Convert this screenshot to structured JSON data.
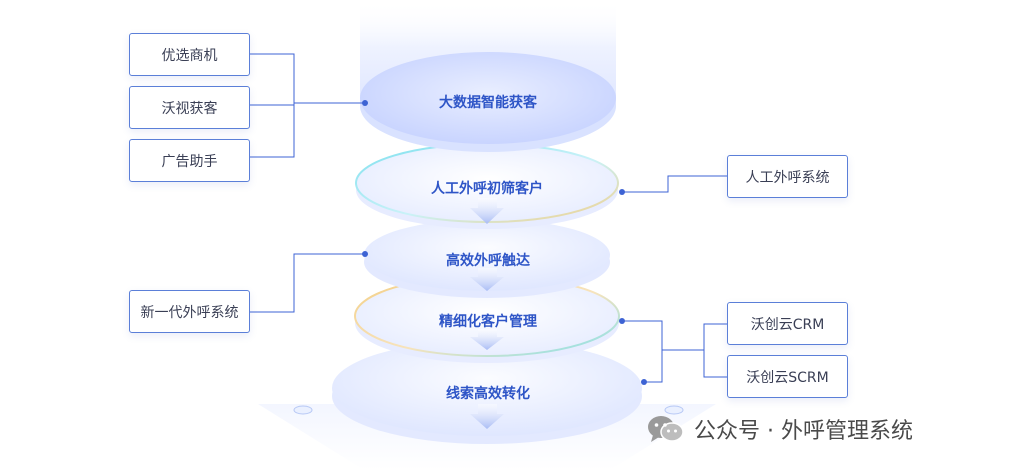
{
  "left_items": {
    "youxuan": "优选商机",
    "woshi": "沃视获客",
    "guanggao": "广告助手",
    "xinyidai": "新一代外呼系统"
  },
  "stages": [
    {
      "label": "大数据智能获客"
    },
    {
      "label": "人工外呼初筛客户"
    },
    {
      "label": "高效外呼触达"
    },
    {
      "label": "精细化客户管理"
    },
    {
      "label": "线索高效转化"
    }
  ],
  "right_items": {
    "rengong": "人工外呼系统",
    "crm": "沃创云CRM",
    "scrm": "沃创云SCRM"
  },
  "watermark": {
    "text": "公众号 · 外呼管理系统",
    "icon": "wechat-icon"
  },
  "colors": {
    "primary": "#2e55c7",
    "line": "#3d63d4",
    "box_border": "#5b7fd8",
    "ring_cyan": "#8fe3f0",
    "ring_orange": "#f5d59a"
  }
}
